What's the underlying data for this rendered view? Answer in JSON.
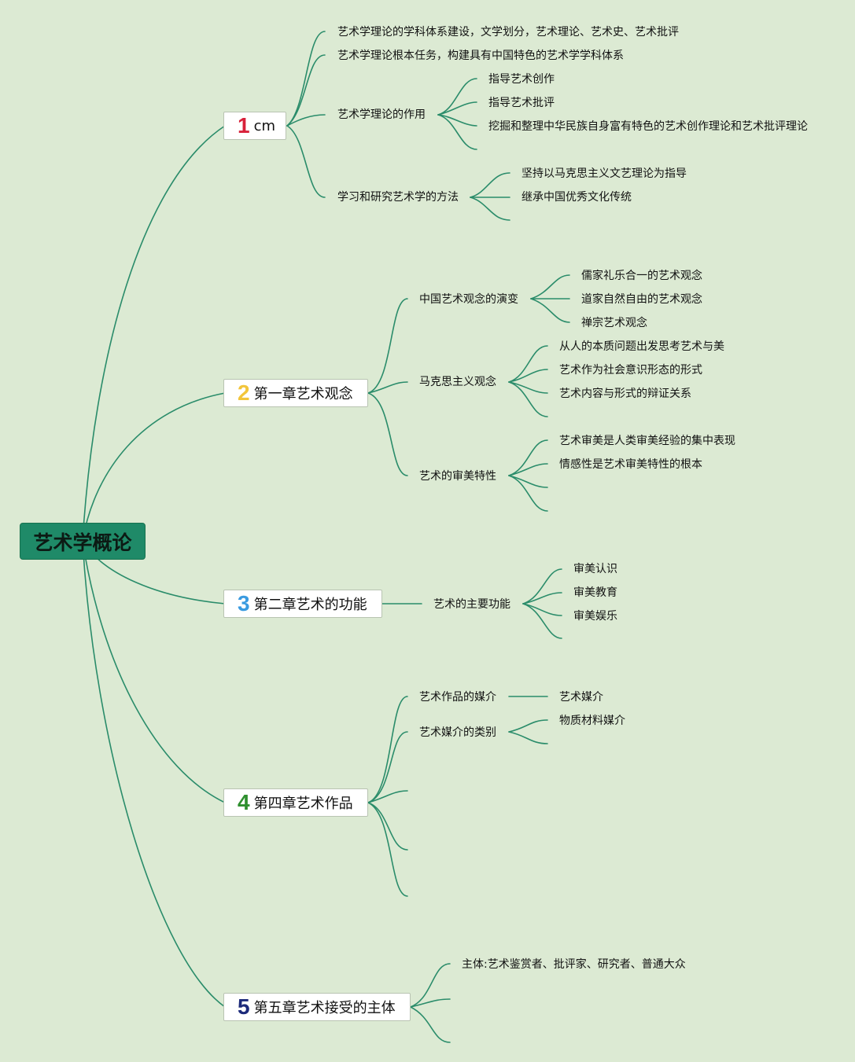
{
  "root": {
    "label": "艺术学概论"
  },
  "colors": {
    "background": "#dcead3",
    "line": "#2a8c6a",
    "root_fill": "#1f8a68",
    "num1": "#d8213a",
    "num2": "#f2c53b",
    "num3": "#3a9be0",
    "num4": "#2e8f2e",
    "num5": "#1c2a7a"
  },
  "chapters": [
    {
      "num": "1",
      "label": "cm",
      "topics": [
        {
          "label": "艺术学理论的学科体系建设，文学划分，艺术理论、艺术史、艺术批评"
        },
        {
          "label": "艺术学理论根本任务，构建具有中国特色的艺术学学科体系"
        },
        {
          "label": "艺术学理论的作用",
          "items": [
            "指导艺术创作",
            "指导艺术批评",
            "挖掘和整理中华民族自身富有特色的艺术创作理论和艺术批评理论"
          ]
        },
        {
          "label": "学习和研究艺术学的方法",
          "items": [
            "坚持以马克思主义文艺理论为指导",
            "继承中国优秀文化传统"
          ]
        }
      ]
    },
    {
      "num": "2",
      "label": "第一章艺术观念",
      "topics": [
        {
          "label": "中国艺术观念的演变",
          "items": [
            "儒家礼乐合一的艺术观念",
            "道家自然自由的艺术观念",
            "禅宗艺术观念"
          ]
        },
        {
          "label": "马克思主义观念",
          "items": [
            "从人的本质问题出发思考艺术与美",
            "艺术作为社会意识形态的形式",
            "艺术内容与形式的辩证关系"
          ]
        },
        {
          "label": "艺术的审美特性",
          "items": [
            "艺术审美是人类审美经验的集中表现",
            "情感性是艺术审美特性的根本"
          ]
        }
      ]
    },
    {
      "num": "3",
      "label": "第二章艺术的功能",
      "topics": [
        {
          "label": "艺术的主要功能",
          "items": [
            "审美认识",
            "审美教育",
            "审美娱乐"
          ]
        }
      ]
    },
    {
      "num": "4",
      "label": "第四章艺术作品",
      "topics": [
        {
          "label": "艺术作品的媒介",
          "items": [
            "艺术媒介"
          ]
        },
        {
          "label": "艺术媒介的类别",
          "items": [
            "物质材料媒介"
          ]
        }
      ]
    },
    {
      "num": "5",
      "label": "第五章艺术接受的主体",
      "topics": [
        {
          "label": "主体:艺术鉴赏者、批评家、研究者、普通大众"
        }
      ]
    }
  ]
}
